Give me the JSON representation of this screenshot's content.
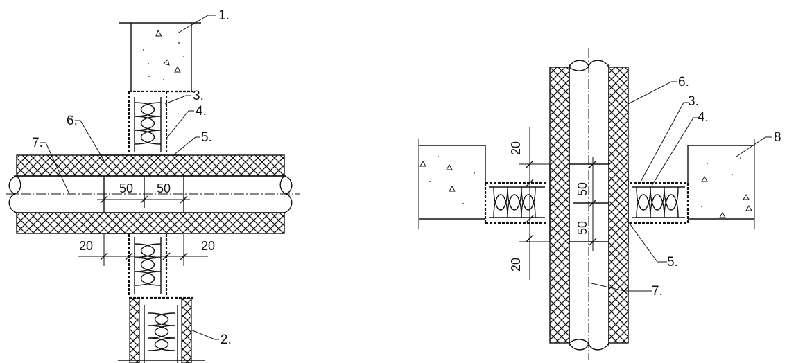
{
  "left_detail": {
    "callouts": {
      "c1": "1.",
      "c2": "2.",
      "c3": "3.",
      "c4": "4.",
      "c5": "5.",
      "c6": "6.",
      "c7": "7."
    },
    "dimensions": {
      "d50a": "50",
      "d50b": "50",
      "d20a": "20",
      "d20b": "20"
    }
  },
  "right_detail": {
    "callouts": {
      "c3": "3.",
      "c4": "4.",
      "c5": "5.",
      "c6": "6.",
      "c7": "7.",
      "c8": "8"
    },
    "dimensions": {
      "d20a": "20",
      "d20b": "20",
      "d50a": "50",
      "d50b": "50"
    }
  }
}
